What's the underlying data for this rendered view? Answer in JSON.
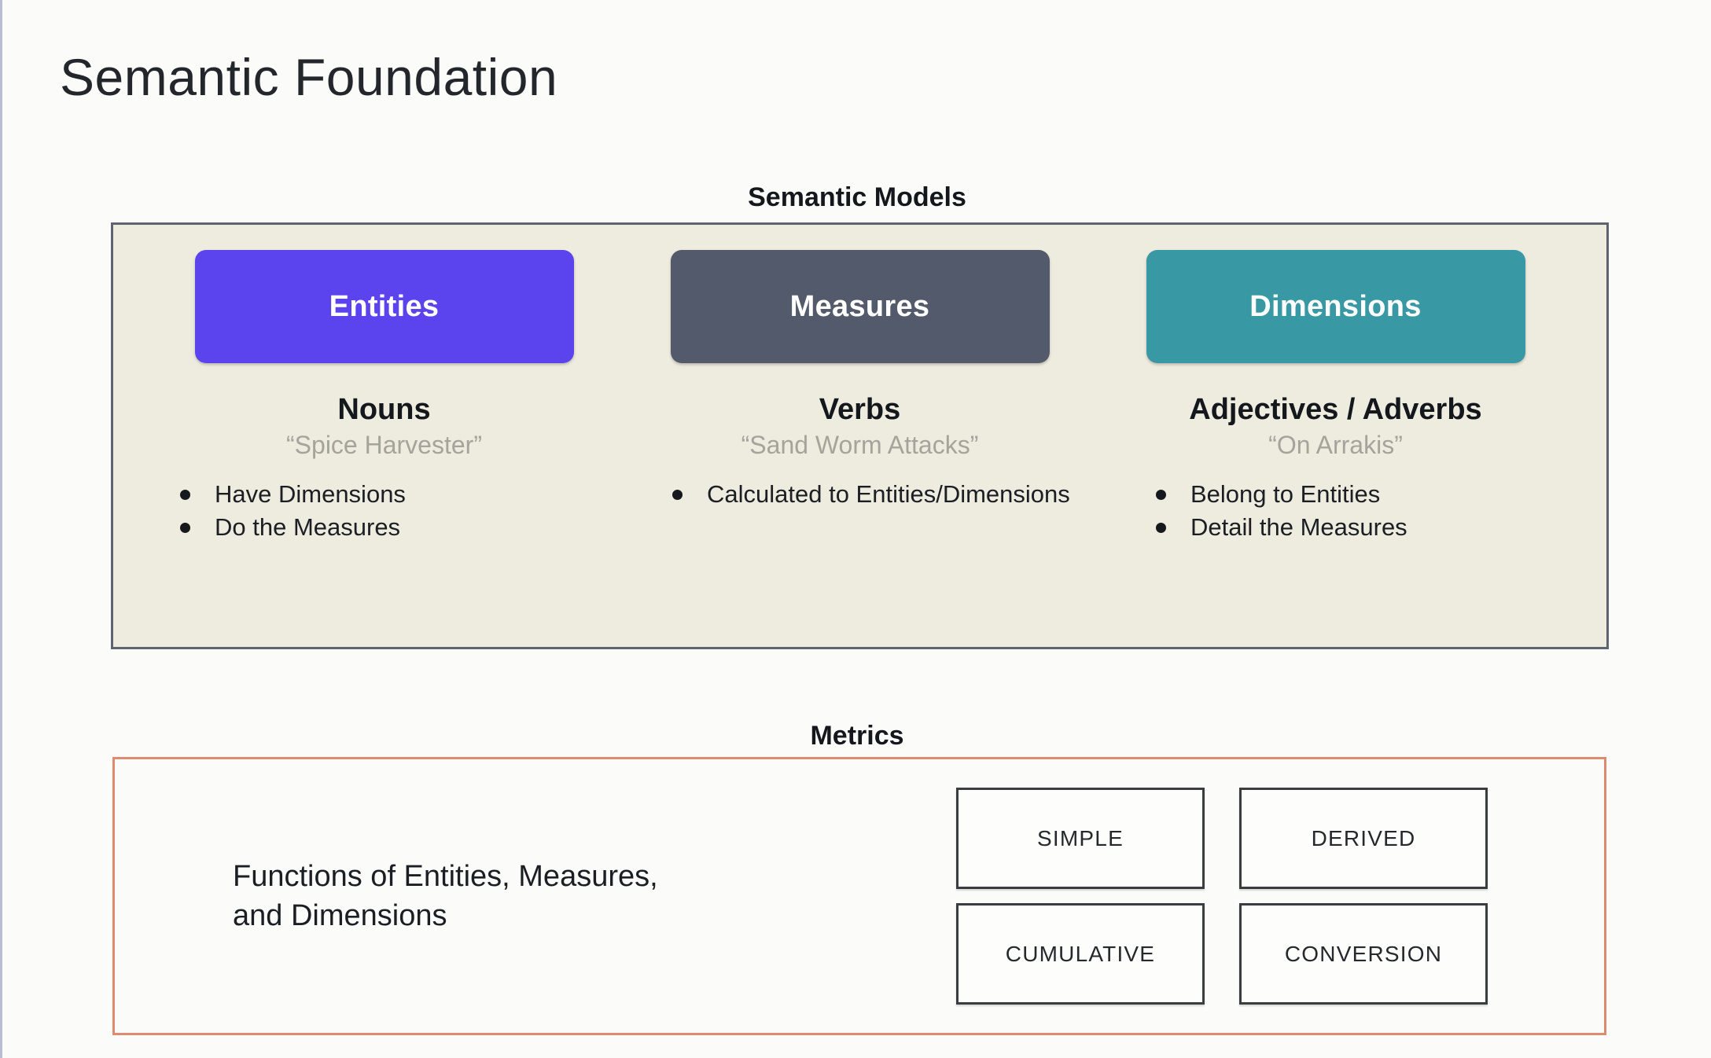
{
  "slide": {
    "title": "Semantic Foundation",
    "background_color": "#FBFCFA"
  },
  "semantic_models": {
    "heading": "Semantic Models",
    "panel_background": "#EEEBDF",
    "panel_border_color": "#5D6470",
    "columns": [
      {
        "chip_label": "Entities",
        "chip_color": "#5B44EE",
        "part_of_speech": "Nouns",
        "example": "“Spice Harvester”",
        "bullets": [
          "Have Dimensions",
          "Do the Measures"
        ]
      },
      {
        "chip_label": "Measures",
        "chip_color": "#525A6B",
        "part_of_speech": "Verbs",
        "example": "“Sand Worm Attacks”",
        "bullets": [
          "Calculated to Entities/Dimensions"
        ]
      },
      {
        "chip_label": "Dimensions",
        "chip_color": "#3899A5",
        "part_of_speech": "Adjectives / Adverbs",
        "example": "“On Arrakis”",
        "bullets": [
          "Belong to Entities",
          "Detail the Measures"
        ]
      }
    ]
  },
  "metrics": {
    "heading": "Metrics",
    "panel_border_color": "#DD8A6E",
    "description": "Functions of Entities, Measures,\nand Dimensions",
    "types": [
      "SIMPLE",
      "DERIVED",
      "CUMULATIVE",
      "CONVERSION"
    ]
  }
}
